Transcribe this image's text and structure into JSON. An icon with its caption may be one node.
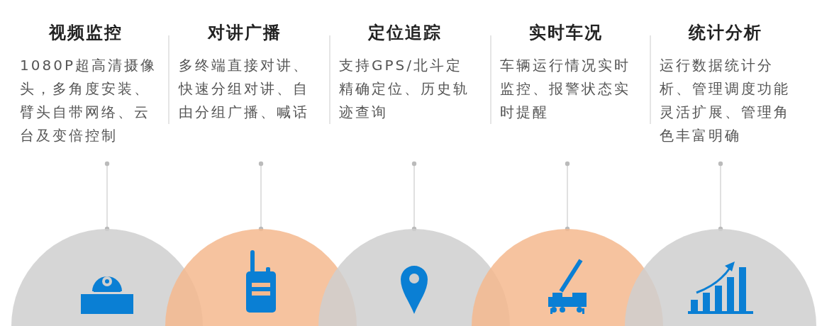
{
  "diagram": {
    "nodes": [
      {
        "text": [
          "视频监控",
          "1080P超高清摄像头，多角度安装、臂头自带网络、云台及变倍控制"
        ]
      },
      {
        "text": [
          "对讲广播",
          "多终端直接对讲、快速分组对讲、自由分组广播、喊话"
        ]
      },
      {
        "text": [
          "定位追踪",
          "支持GPS/北斗定精确定位、历史轨迹查询"
        ]
      },
      {
        "text": [
          "实时车况",
          "车辆运行情况实时监控、报警状态实时提醒"
        ]
      },
      {
        "text": [
          "统计分析",
          "运行数据统计分析、管理调度功能灵活扩展、管理角色丰富明确"
        ]
      },
      {
        "text": [],
        "shape": "circle"
      },
      {
        "text": [],
        "shape": "circle"
      },
      {
        "text": [],
        "shape": "circle"
      },
      {
        "text": [],
        "shape": "circle"
      },
      {
        "text": [],
        "shape": "circle"
      }
    ],
    "edges": [
      {
        "from": 0,
        "to": 5,
        "arrow": "other"
      },
      {
        "from": 1,
        "to": 6,
        "arrow": "other"
      },
      {
        "from": 2,
        "to": 7,
        "arrow": "other"
      },
      {
        "from": 3,
        "to": 8,
        "arrow": "other"
      },
      {
        "from": 4,
        "to": 9,
        "arrow": "other"
      }
    ]
  }
}
